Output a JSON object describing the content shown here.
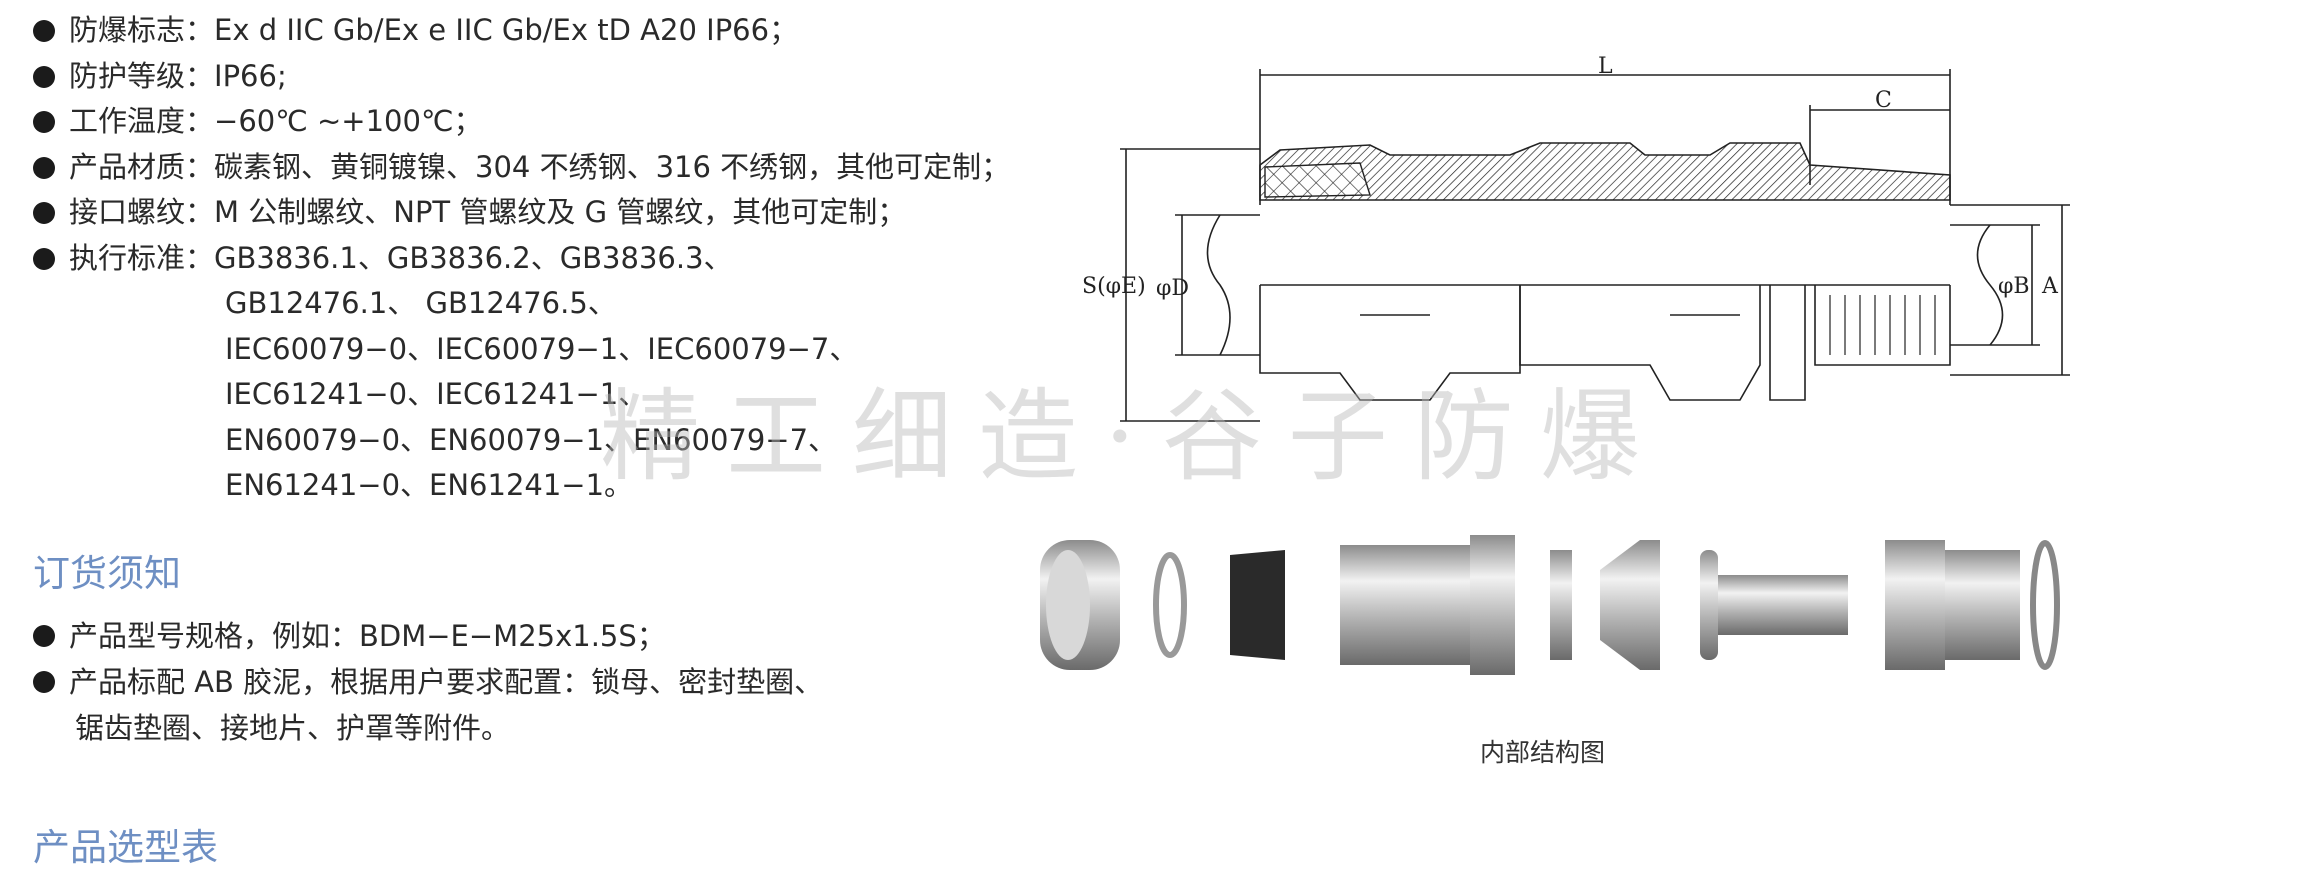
{
  "specs": [
    {
      "label": "防爆标志：",
      "value": "Ex d IIC Gb/Ex e IIC Gb/Ex tD A20 IP66；"
    },
    {
      "label": "防护等级：",
      "value": "IP66;"
    },
    {
      "label": "工作温度：",
      "value": "−60℃ ~+100℃；"
    },
    {
      "label": "产品材质：",
      "value": "碳素钢、黄铜镀镍、304 不绣钢、316 不绣钢，其他可定制；"
    },
    {
      "label": "接口螺纹：",
      "value": "M 公制螺纹、NPT 管螺纹及 G 管螺纹，其他可定制；"
    },
    {
      "label": "执行标准：",
      "value": "GB3836.1、GB3836.2、GB3836.3、"
    }
  ],
  "standards_cont": [
    "GB12476.1、  GB12476.5、",
    "IEC60079−0、IEC60079−1、IEC60079−7、",
    "IEC61241−0、IEC61241−1、",
    "EN60079−0、EN60079−1、EN60079−7、",
    "EN61241−0、EN61241−1。"
  ],
  "order_title": "订货须知",
  "order": {
    "item1": "产品型号规格，例如：BDM−E−M25x1.5S；",
    "item2": "产品标配 AB 胶泥，根据用户要求配置：锁母、密封垫圈、",
    "item2_cont": "锯齿垫圈、接地片、护罩等附件。"
  },
  "selection_title": "产品选型表",
  "diagram_labels": {
    "L": "L",
    "C": "C",
    "S": "S(φE)",
    "D": "φD",
    "B": "φB",
    "A": "A"
  },
  "caption": "内部结构图",
  "watermark": "精工细造·谷子防爆",
  "colors": {
    "accent": "#6e8fc3",
    "text": "#2a2a2a"
  }
}
